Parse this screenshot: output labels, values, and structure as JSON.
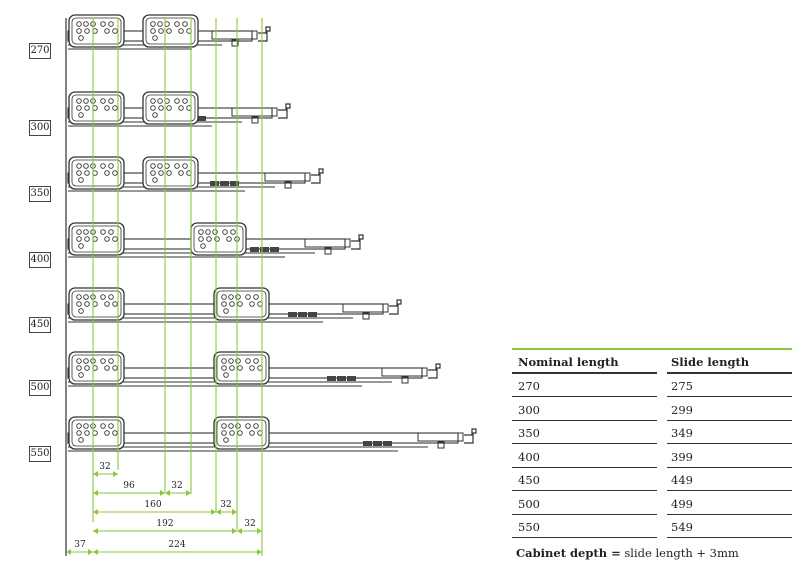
{
  "drawer_lengths": [
    "270",
    "300",
    "350",
    "400",
    "450",
    "500",
    "550"
  ],
  "dimensions": {
    "d32_a": "32",
    "d96": "96",
    "d32_b": "32",
    "d160": "160",
    "d32_c": "32",
    "d192": "192",
    "d32_d": "32",
    "d37": "37",
    "d224": "224"
  },
  "table": {
    "header": {
      "nominal": "Nominal length",
      "slide": "Slide length"
    },
    "rows": [
      {
        "nominal": "270",
        "slide": "275"
      },
      {
        "nominal": "300",
        "slide": "299"
      },
      {
        "nominal": "350",
        "slide": "349"
      },
      {
        "nominal": "400",
        "slide": "399"
      },
      {
        "nominal": "450",
        "slide": "449"
      },
      {
        "nominal": "500",
        "slide": "499"
      },
      {
        "nominal": "550",
        "slide": "549"
      }
    ]
  },
  "note": {
    "label": "Cabinet depth =",
    "text": " slide length + 3mm"
  },
  "colors": {
    "accent": "#8dc63f",
    "line": "#333333"
  }
}
